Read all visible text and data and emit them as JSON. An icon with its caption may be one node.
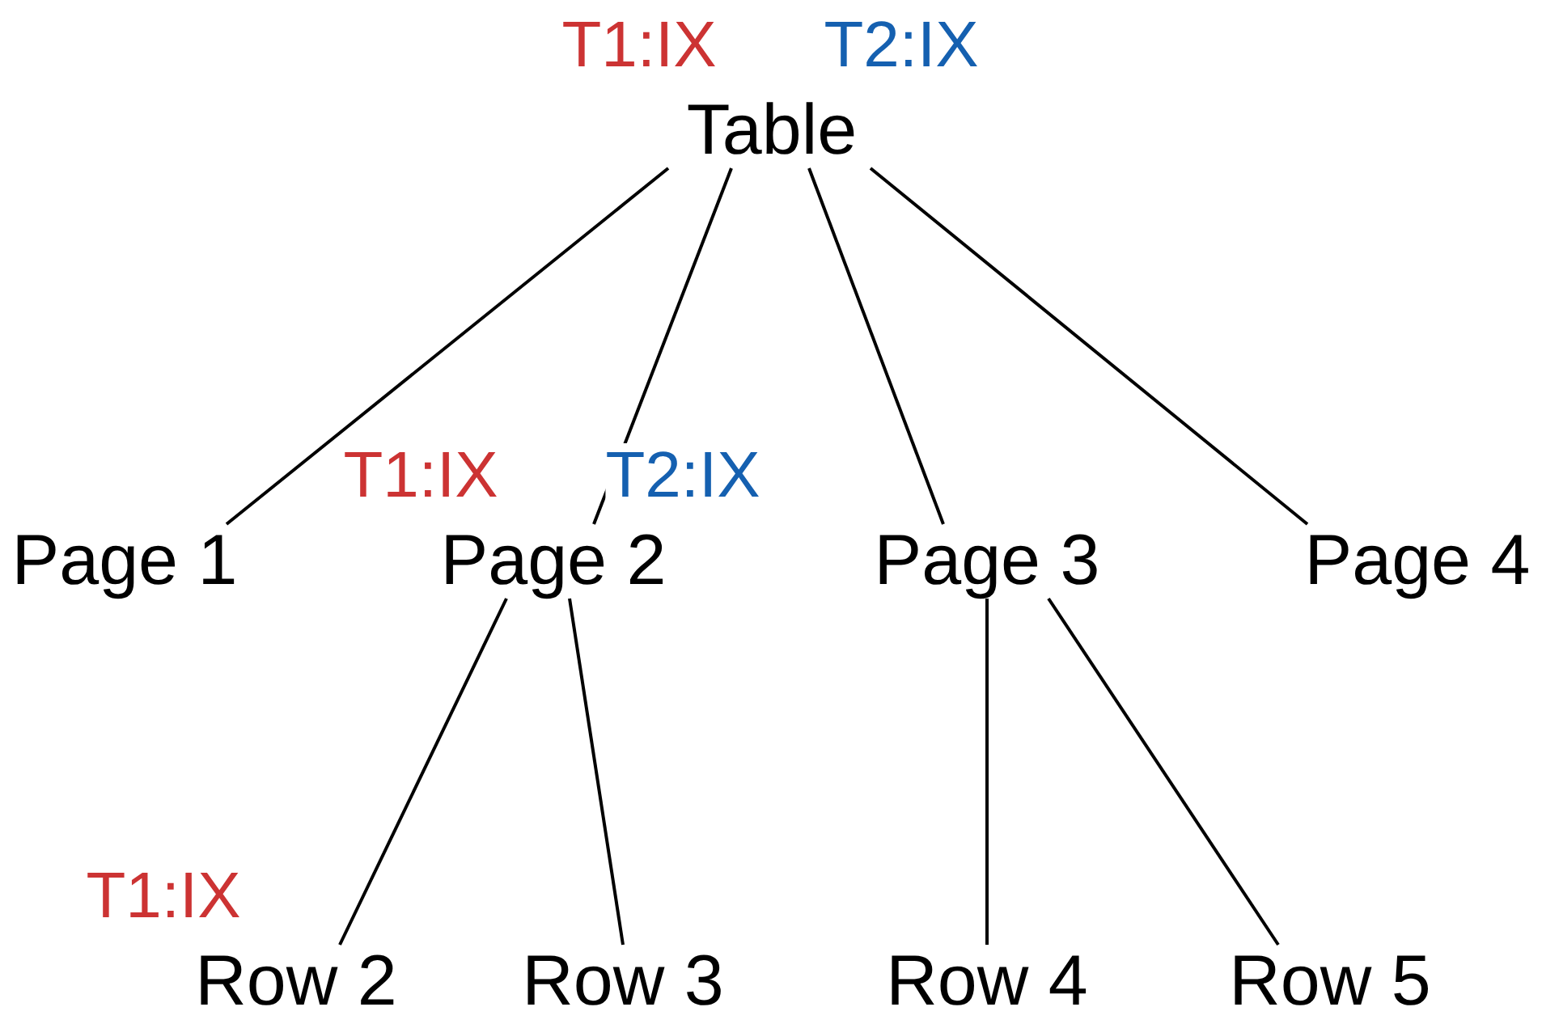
{
  "diagram": {
    "nodes": [
      {
        "text": [
          "Table"
        ],
        "beside": [
          "T1:IX",
          "T2:IX"
        ]
      },
      {
        "text": [
          "Page 1"
        ]
      },
      {
        "text": [
          "Page 2"
        ],
        "beside": [
          "T1:IX",
          "T2:IX"
        ]
      },
      {
        "text": [
          "Page 3"
        ]
      },
      {
        "text": [
          "Page 4"
        ]
      },
      {
        "text": [
          "Row 2"
        ],
        "beside": [
          "T1:IX"
        ]
      },
      {
        "text": [
          "Row 3"
        ]
      },
      {
        "text": [
          "Row 4"
        ]
      },
      {
        "text": [
          "Row 5"
        ]
      }
    ],
    "edges": [
      {
        "from": 0,
        "to": 1,
        "arrow": "none"
      },
      {
        "from": 0,
        "to": 2,
        "arrow": "none"
      },
      {
        "from": 0,
        "to": 3,
        "arrow": "none"
      },
      {
        "from": 0,
        "to": 4,
        "arrow": "none"
      },
      {
        "from": 2,
        "to": 5,
        "arrow": "none"
      },
      {
        "from": 2,
        "to": 6,
        "arrow": "none"
      },
      {
        "from": 3,
        "to": 7,
        "arrow": "none"
      },
      {
        "from": 3,
        "to": 8,
        "arrow": "none"
      }
    ]
  }
}
